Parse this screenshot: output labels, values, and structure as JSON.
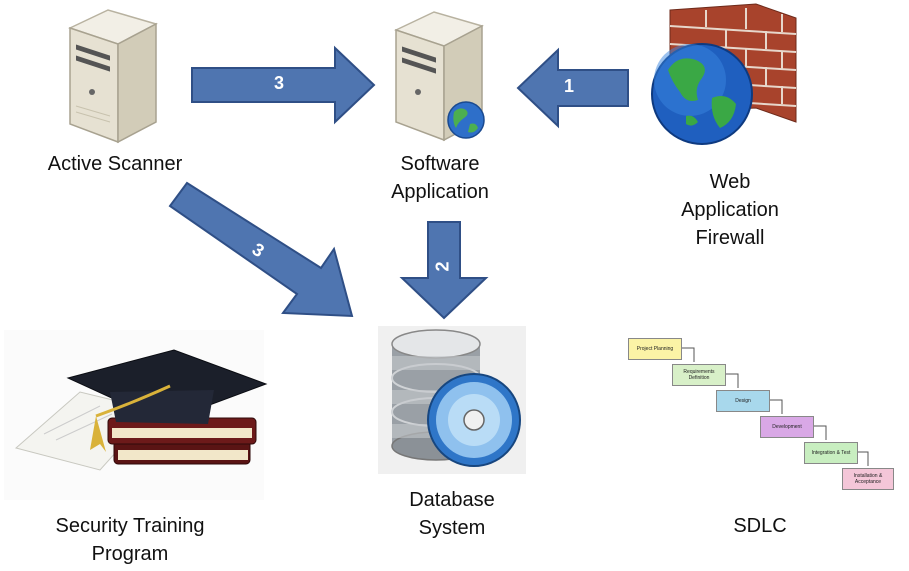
{
  "nodes": {
    "active_scanner": "Active Scanner",
    "software_application_line1": "Software",
    "software_application_line2": "Application",
    "waf_line1": "Web",
    "waf_line2": "Application",
    "waf_line3": "Firewall",
    "database_line1": "Database",
    "database_line2": "System",
    "training_line1": "Security Training",
    "training_line2": "Program",
    "sdlc": "SDLC"
  },
  "arrows": {
    "scanner_to_app": "3",
    "waf_to_app": "1",
    "app_to_db": "2",
    "scanner_to_db": "3"
  },
  "sdlc_steps": [
    "Project Planning",
    "Requirements Definition",
    "Design",
    "Development",
    "Integration & Test",
    "Installation & Acceptance"
  ],
  "colors": {
    "arrow_fill": "#4f75b0",
    "arrow_stroke": "#2f4f86",
    "sdlc_step_colors": [
      "#fbf3a6",
      "#d8f0c8",
      "#a8d8ec",
      "#d9a8e6",
      "#c8eec0",
      "#f4c6d8"
    ]
  },
  "icons": {
    "active_scanner": "server-tower-icon",
    "software_application": "server-globe-icon",
    "waf": "firewall-globe-icon",
    "database": "database-disc-icon",
    "training": "graduation-cap-books-icon",
    "sdlc": "waterfall-diagram-icon"
  }
}
